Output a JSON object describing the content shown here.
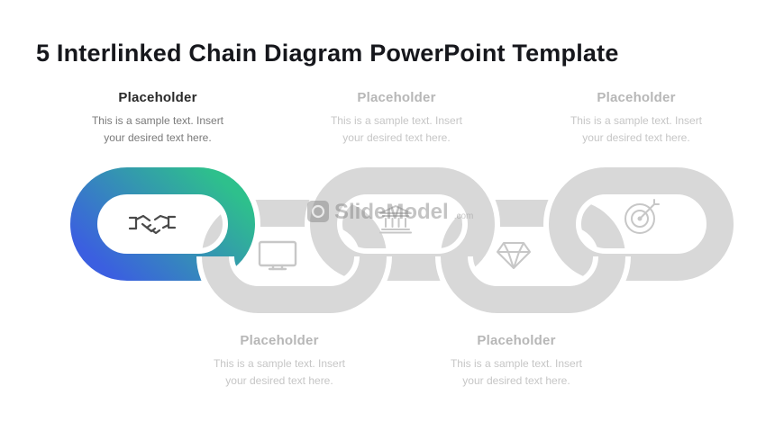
{
  "title": "5 Interlinked Chain Diagram PowerPoint Template",
  "watermark": {
    "brand": "SlideModel",
    "tld": ".com"
  },
  "items": [
    {
      "label": "Placeholder",
      "body": "This is a sample text. Insert your desired text here.",
      "icon": "handshake-icon",
      "row": "top",
      "highlighted": true
    },
    {
      "label": "Placeholder",
      "body": "This is a sample text. Insert your desired text here.",
      "icon": "monitor-icon",
      "row": "bottom",
      "highlighted": false
    },
    {
      "label": "Placeholder",
      "body": "This is a sample text. Insert your desired text here.",
      "icon": "bank-icon",
      "row": "top",
      "highlighted": false
    },
    {
      "label": "Placeholder",
      "body": "This is a sample text. Insert your desired text here.",
      "icon": "diamond-icon",
      "row": "bottom",
      "highlighted": false
    },
    {
      "label": "Placeholder",
      "body": "This is a sample text. Insert your desired text here.",
      "icon": "target-icon",
      "row": "top",
      "highlighted": false
    }
  ],
  "colors": {
    "gradient_start": "#3b5fe0",
    "gradient_end": "#2ec08c",
    "chain_gray": "#d8d8d8",
    "icon_gray": "#c7c7c7",
    "icon_dark": "#4a4a4a",
    "heading_dark": "#2a2a2a",
    "heading_gray": "#b7b7b7",
    "body_dark": "#7a7a7a",
    "body_gray": "#c6c6c6"
  }
}
